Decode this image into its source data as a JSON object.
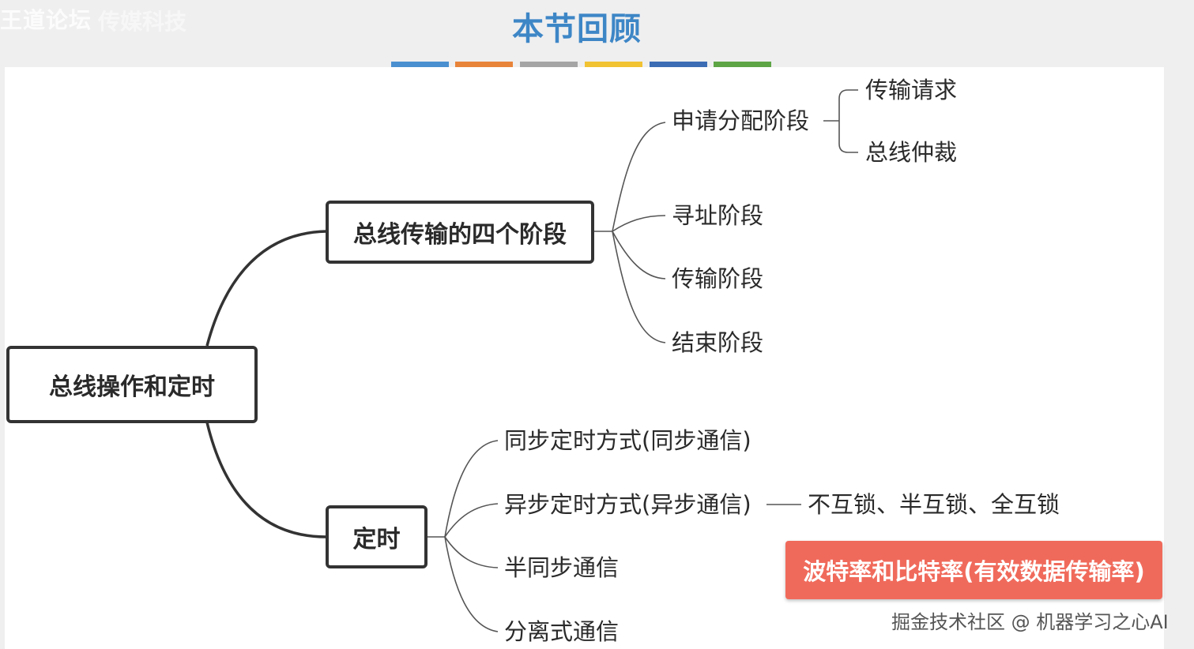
{
  "watermark_top": {
    "text1": "王道论坛",
    "text2": "传媒科技"
  },
  "title": "本节回顾",
  "color_bars": [
    "#4a90d0",
    "#e8843a",
    "#a5a5a5",
    "#f1c232",
    "#3c6db4",
    "#5ea546"
  ],
  "mindmap": {
    "root": "总线操作和定时",
    "branch1": {
      "label": "总线传输的四个阶段",
      "children": {
        "c1": {
          "label": "申请分配阶段",
          "sub": [
            "传输请求",
            "总线仲裁"
          ]
        },
        "c2": "寻址阶段",
        "c3": "传输阶段",
        "c4": "结束阶段"
      }
    },
    "branch2": {
      "label": "定时",
      "children": {
        "c1": "同步定时方式(同步通信)",
        "c2": "异步定时方式(异步通信)",
        "c2_detail": "不互锁、半互锁、全互锁",
        "c3": "半同步通信",
        "c4": "分离式通信"
      }
    }
  },
  "highlight": "波特率和比特率(有效数据传输率)",
  "watermark_bottom": "掘金技术社区 @ 机器学习之心AI"
}
